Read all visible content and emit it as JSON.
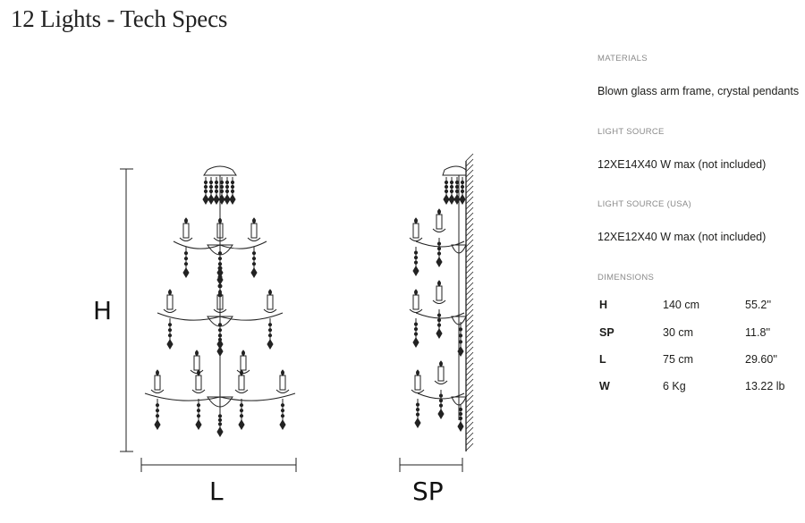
{
  "title": "12 Lights - Tech Specs",
  "dimension_letters": {
    "height": "H",
    "length": "L",
    "projection": "SP"
  },
  "specs": {
    "materials_label": "MATERIALS",
    "materials_value": "Blown glass arm frame, crystal pendants",
    "light_source_label": "LIGHT SOURCE",
    "light_source_value": "12XE14X40 W max (not included)",
    "light_source_usa_label": "LIGHT SOURCE (USA)",
    "light_source_usa_value": "12XE12X40 W max (not included)",
    "dimensions_label": "DIMENSIONS",
    "dimensions": [
      {
        "key": "H",
        "metric": "140 cm",
        "imperial": "55.2''"
      },
      {
        "key": "SP",
        "metric": "30 cm",
        "imperial": "11.8''"
      },
      {
        "key": "L",
        "metric": "75 cm",
        "imperial": "29.60''"
      },
      {
        "key": "W",
        "metric": "6 Kg",
        "imperial": "13.22 lb"
      }
    ]
  }
}
